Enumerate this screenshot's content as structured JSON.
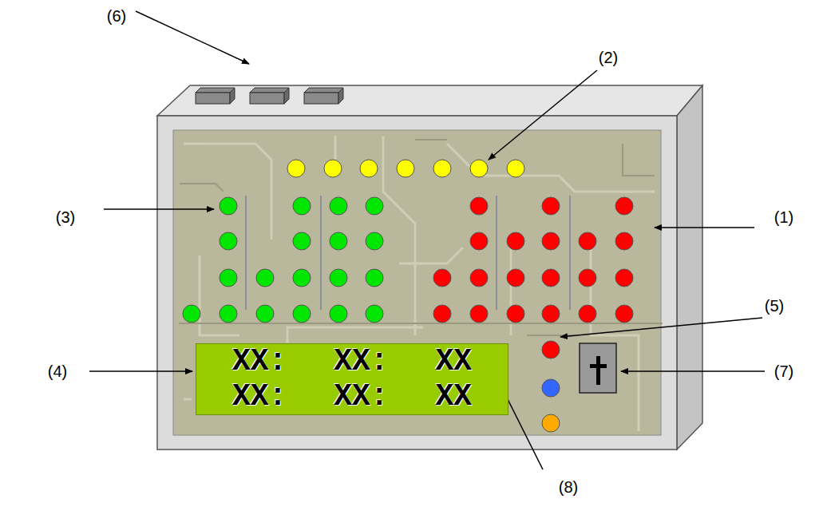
{
  "diagram": {
    "nodes": [
      {
        "text": [
          "XX: XX: XX",
          "XX: XX: XX"
        ]
      }
    ],
    "labels": [
      "(6)",
      "(2)",
      "(3)",
      "(1)",
      "(5)",
      "(4)",
      "(7)",
      "(8)"
    ]
  }
}
